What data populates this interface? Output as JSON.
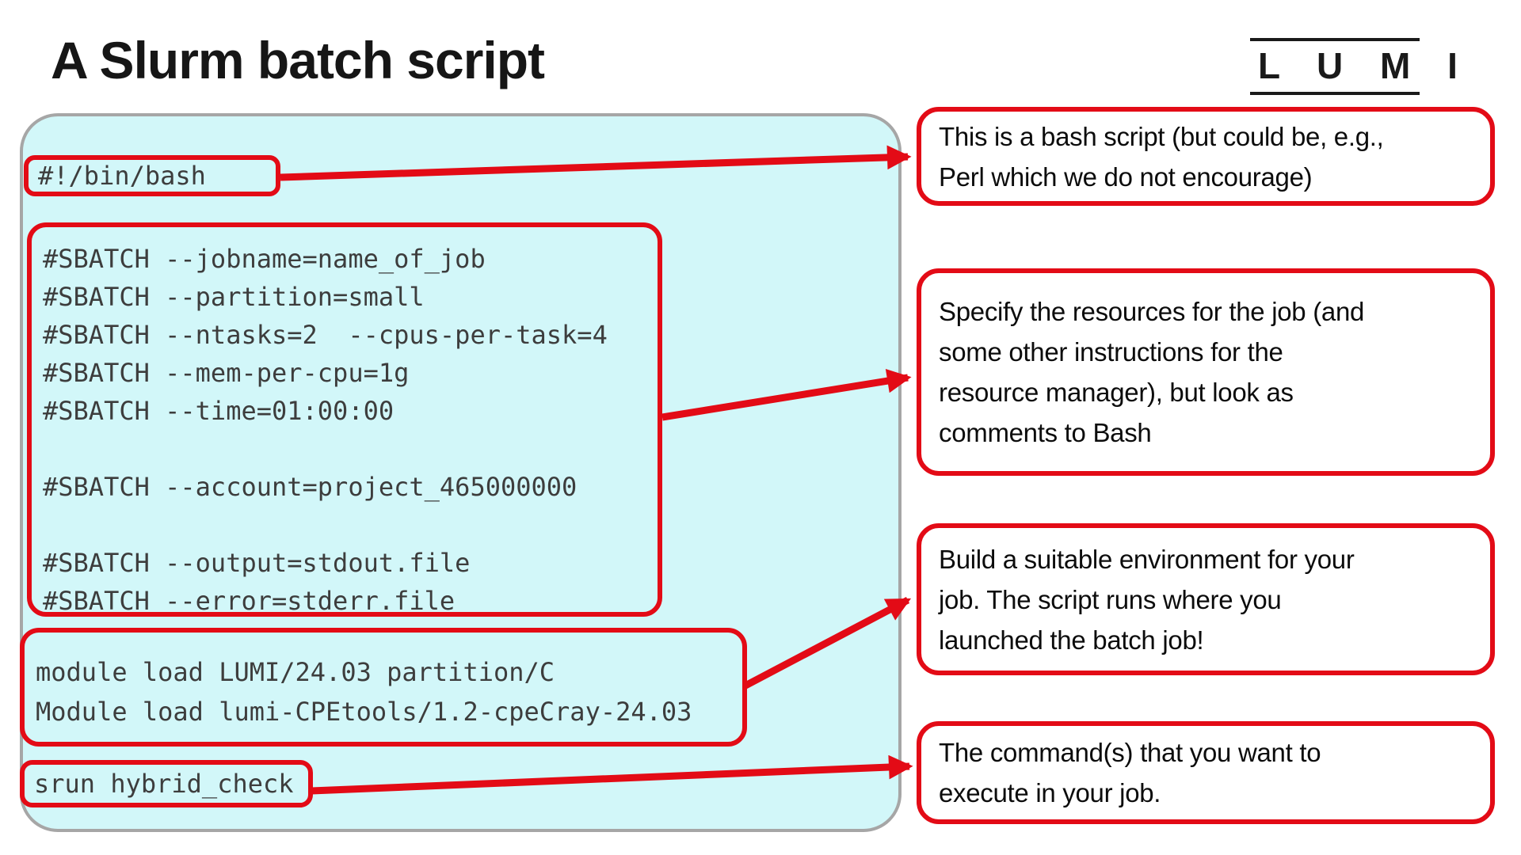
{
  "title": "A Slurm batch script",
  "logo": {
    "text": "L U M I"
  },
  "script_panel": {
    "shebang": "#!/bin/bash",
    "sbatch_lines": [
      "#SBATCH --jobname=name_of_job",
      "#SBATCH --partition=small",
      "#SBATCH --ntasks=2  --cpus-per-task=4",
      "#SBATCH --mem-per-cpu=1g",
      "#SBATCH --time=01:00:00",
      "",
      "#SBATCH --account=project_465000000",
      "",
      "#SBATCH --output=stdout.file",
      "#SBATCH --error=stderr.file"
    ],
    "module_lines": [
      "module load LUMI/24.03 partition/C",
      "Module load lumi-CPEtools/1.2-cpeCray-24.03"
    ],
    "run_line": "srun hybrid_check"
  },
  "annotations": [
    {
      "lines": [
        "This is a bash script (but could be, e.g.,",
        "Perl which we do not encourage)"
      ]
    },
    {
      "lines": [
        "Specify the resources for the job (and",
        "some other instructions for the",
        "resource manager), but look as",
        "comments to Bash"
      ]
    },
    {
      "lines": [
        "Build a suitable environment for your",
        "job. The script runs where you",
        "launched the batch job!"
      ]
    },
    {
      "lines": [
        "The command(s) that you want to",
        "execute in your job."
      ]
    }
  ],
  "colors": {
    "page_bg": "#ffffff",
    "panel_bg": "#d2f7f9",
    "panel_border": "#a6a6a6",
    "accent_red": "#e30b16",
    "code_text": "#3d3d3d",
    "note_text": "#0c0c0c",
    "title_color": "#161616"
  }
}
